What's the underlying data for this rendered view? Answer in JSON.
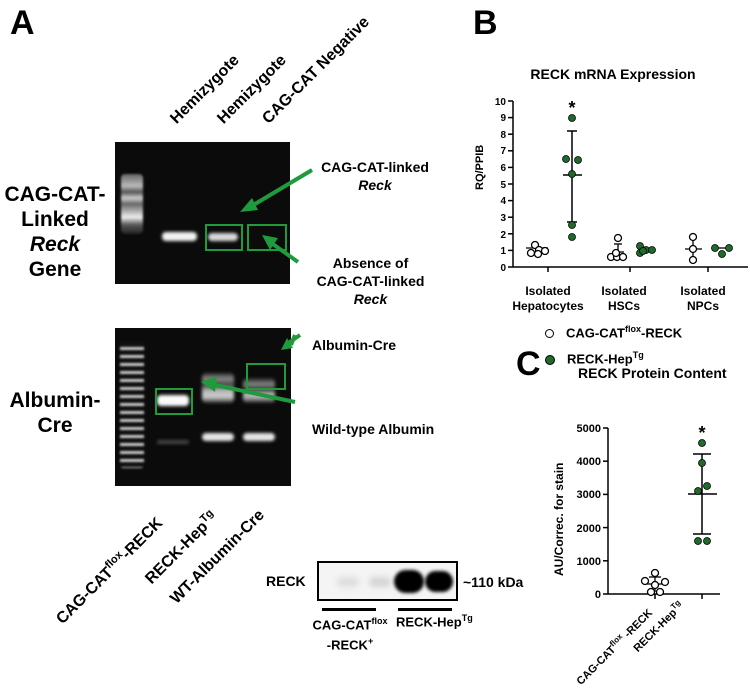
{
  "panelA": {
    "letter": "A",
    "lane_headers": [
      "Hemizygote",
      "Hemizygote",
      "CAG-CAT Negative"
    ],
    "gel1_label": {
      "line1": "CAG-CAT-",
      "line2": "Linked",
      "line3": "Reck",
      "line4": "Gene"
    },
    "gel1_annotations": {
      "linked": {
        "line1": "CAG-CAT-linked",
        "line2": "Reck"
      },
      "absence": {
        "line1": "Absence of",
        "line2": "CAG-CAT-linked",
        "line3": "Reck"
      }
    },
    "gel2_label": {
      "line1": "Albumin-",
      "line2": "Cre"
    },
    "gel2_annotations": {
      "albcre": "Albumin-Cre",
      "wt": "Wild-type Albumin"
    },
    "lane_footers": [
      {
        "main": "CAG-CAT",
        "sup": "flox",
        "tail": "-RECK"
      },
      {
        "main": "RECK-Hep",
        "sup": "Tg",
        "tail": ""
      },
      {
        "main": "WT-Albumin-Cre",
        "sup": "",
        "tail": ""
      }
    ],
    "western": {
      "protein": "RECK",
      "size": "~110 kDa",
      "group1": {
        "main": "CAG-CAT",
        "sup": "flox",
        "line2": "-RECK",
        "line2_sup": "+"
      },
      "group2": {
        "main": "RECK-Hep",
        "sup": "Tg"
      }
    }
  },
  "panelB": {
    "letter": "B"
  },
  "panelC": {
    "letter": "C"
  },
  "colors": {
    "accent_green": "#1f9a3c",
    "dot_green": "#1e6b2a"
  },
  "chart_data": [
    {
      "type": "scatter",
      "title": "RECK mRNA Expression",
      "xlabel": "",
      "ylabel": "RQ/PPIB",
      "ylim": [
        0,
        10
      ],
      "yticks": [
        0,
        1,
        2,
        3,
        4,
        5,
        6,
        7,
        8,
        9,
        10
      ],
      "categories": [
        "Isolated Hepatocytes",
        "Isolated HSCs",
        "Isolated NPCs"
      ],
      "legend": [
        {
          "label": "CAG-CAT",
          "sup": "flox",
          "tail": "-RECK",
          "marker": "open-circle"
        },
        {
          "label": "RECK-Hep",
          "sup": "Tg",
          "tail": "",
          "marker": "filled-green-circle"
        }
      ],
      "significance": [
        {
          "category": "Isolated Hepatocytes",
          "series": "RECK-Hep Tg",
          "mark": "*"
        }
      ],
      "series": [
        {
          "name": "CAG-CAT flox-RECK",
          "points": [
            [
              1.3,
              0.8,
              1.1,
              0.9,
              1.0
            ],
            [
              1.75,
              0.6,
              0.6,
              0.7,
              0.6
            ],
            [
              1.75,
              1.1,
              0.45
            ]
          ],
          "mean": [
            1.0,
            0.9,
            1.1
          ],
          "sd": [
            0.15,
            0.45,
            0.6
          ]
        },
        {
          "name": "RECK-Hep Tg",
          "points": [
            [
              9.0,
              6.5,
              6.4,
              5.6,
              2.5,
              1.8
            ],
            [
              1.2,
              0.8,
              1.1,
              1.0,
              1.0
            ],
            [
              1.1,
              0.7,
              1.1
            ]
          ],
          "mean": [
            5.3,
            1.0,
            1.0
          ],
          "sd": [
            2.7,
            0.15,
            0.2
          ]
        }
      ]
    },
    {
      "type": "scatter",
      "title": "RECK Protein Content",
      "xlabel": "",
      "ylabel": "AU/Correc. for stain",
      "ylim": [
        0,
        5000
      ],
      "yticks": [
        0,
        1000,
        2000,
        3000,
        4000,
        5000
      ],
      "categories": [
        "CAG-CAT flox -RECK",
        "RECK-Hep Tg"
      ],
      "category_labels": [
        {
          "main": "CAG-CAT",
          "sup": "flox",
          "tail": " -RECK"
        },
        {
          "main": "RECK-Hep",
          "sup": "Tg",
          "tail": ""
        }
      ],
      "significance": [
        {
          "category": "RECK-Hep Tg",
          "mark": "*"
        }
      ],
      "series": [
        {
          "name": "CAG-CAT flox-RECK",
          "values": [
            650,
            400,
            350,
            250,
            50,
            50
          ],
          "mean": 300,
          "sd": 230
        },
        {
          "name": "RECK-Hep Tg",
          "values": [
            4550,
            3950,
            3250,
            3100,
            1600,
            1600
          ],
          "mean": 3000,
          "sd": 1200
        }
      ]
    }
  ]
}
